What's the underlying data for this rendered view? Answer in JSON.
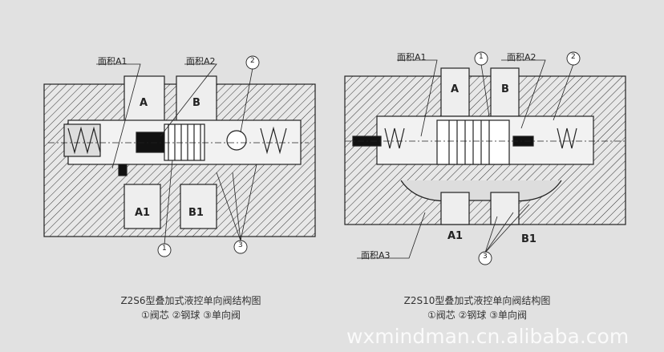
{
  "left_diagram": {
    "labels": {
      "area_a1": "面积A1",
      "area_a2": "面积A2",
      "port_a": "A",
      "port_b": "B",
      "port_a1": "A1",
      "port_b1": "B1",
      "n1": "1",
      "n2": "2",
      "n3": "3"
    },
    "title": "Z2S6型叠加式液控单向阀结构图",
    "legend": "①阀芯  ②钢球  ③单向阀"
  },
  "right_diagram": {
    "labels": {
      "area_a1": "面积A1",
      "area_a2": "面积A2",
      "area_a3": "面积A3",
      "port_a": "A",
      "port_b": "B",
      "port_a1": "A1",
      "port_b1": "B1",
      "n1": "1",
      "n2": "2",
      "n3": "3"
    },
    "title": "Z2S10型叠加式液控单向阀结构图",
    "legend": "①阀芯  ②钢球  ③单向阀"
  },
  "watermark": "wxmindman.cn.alibaba.com"
}
